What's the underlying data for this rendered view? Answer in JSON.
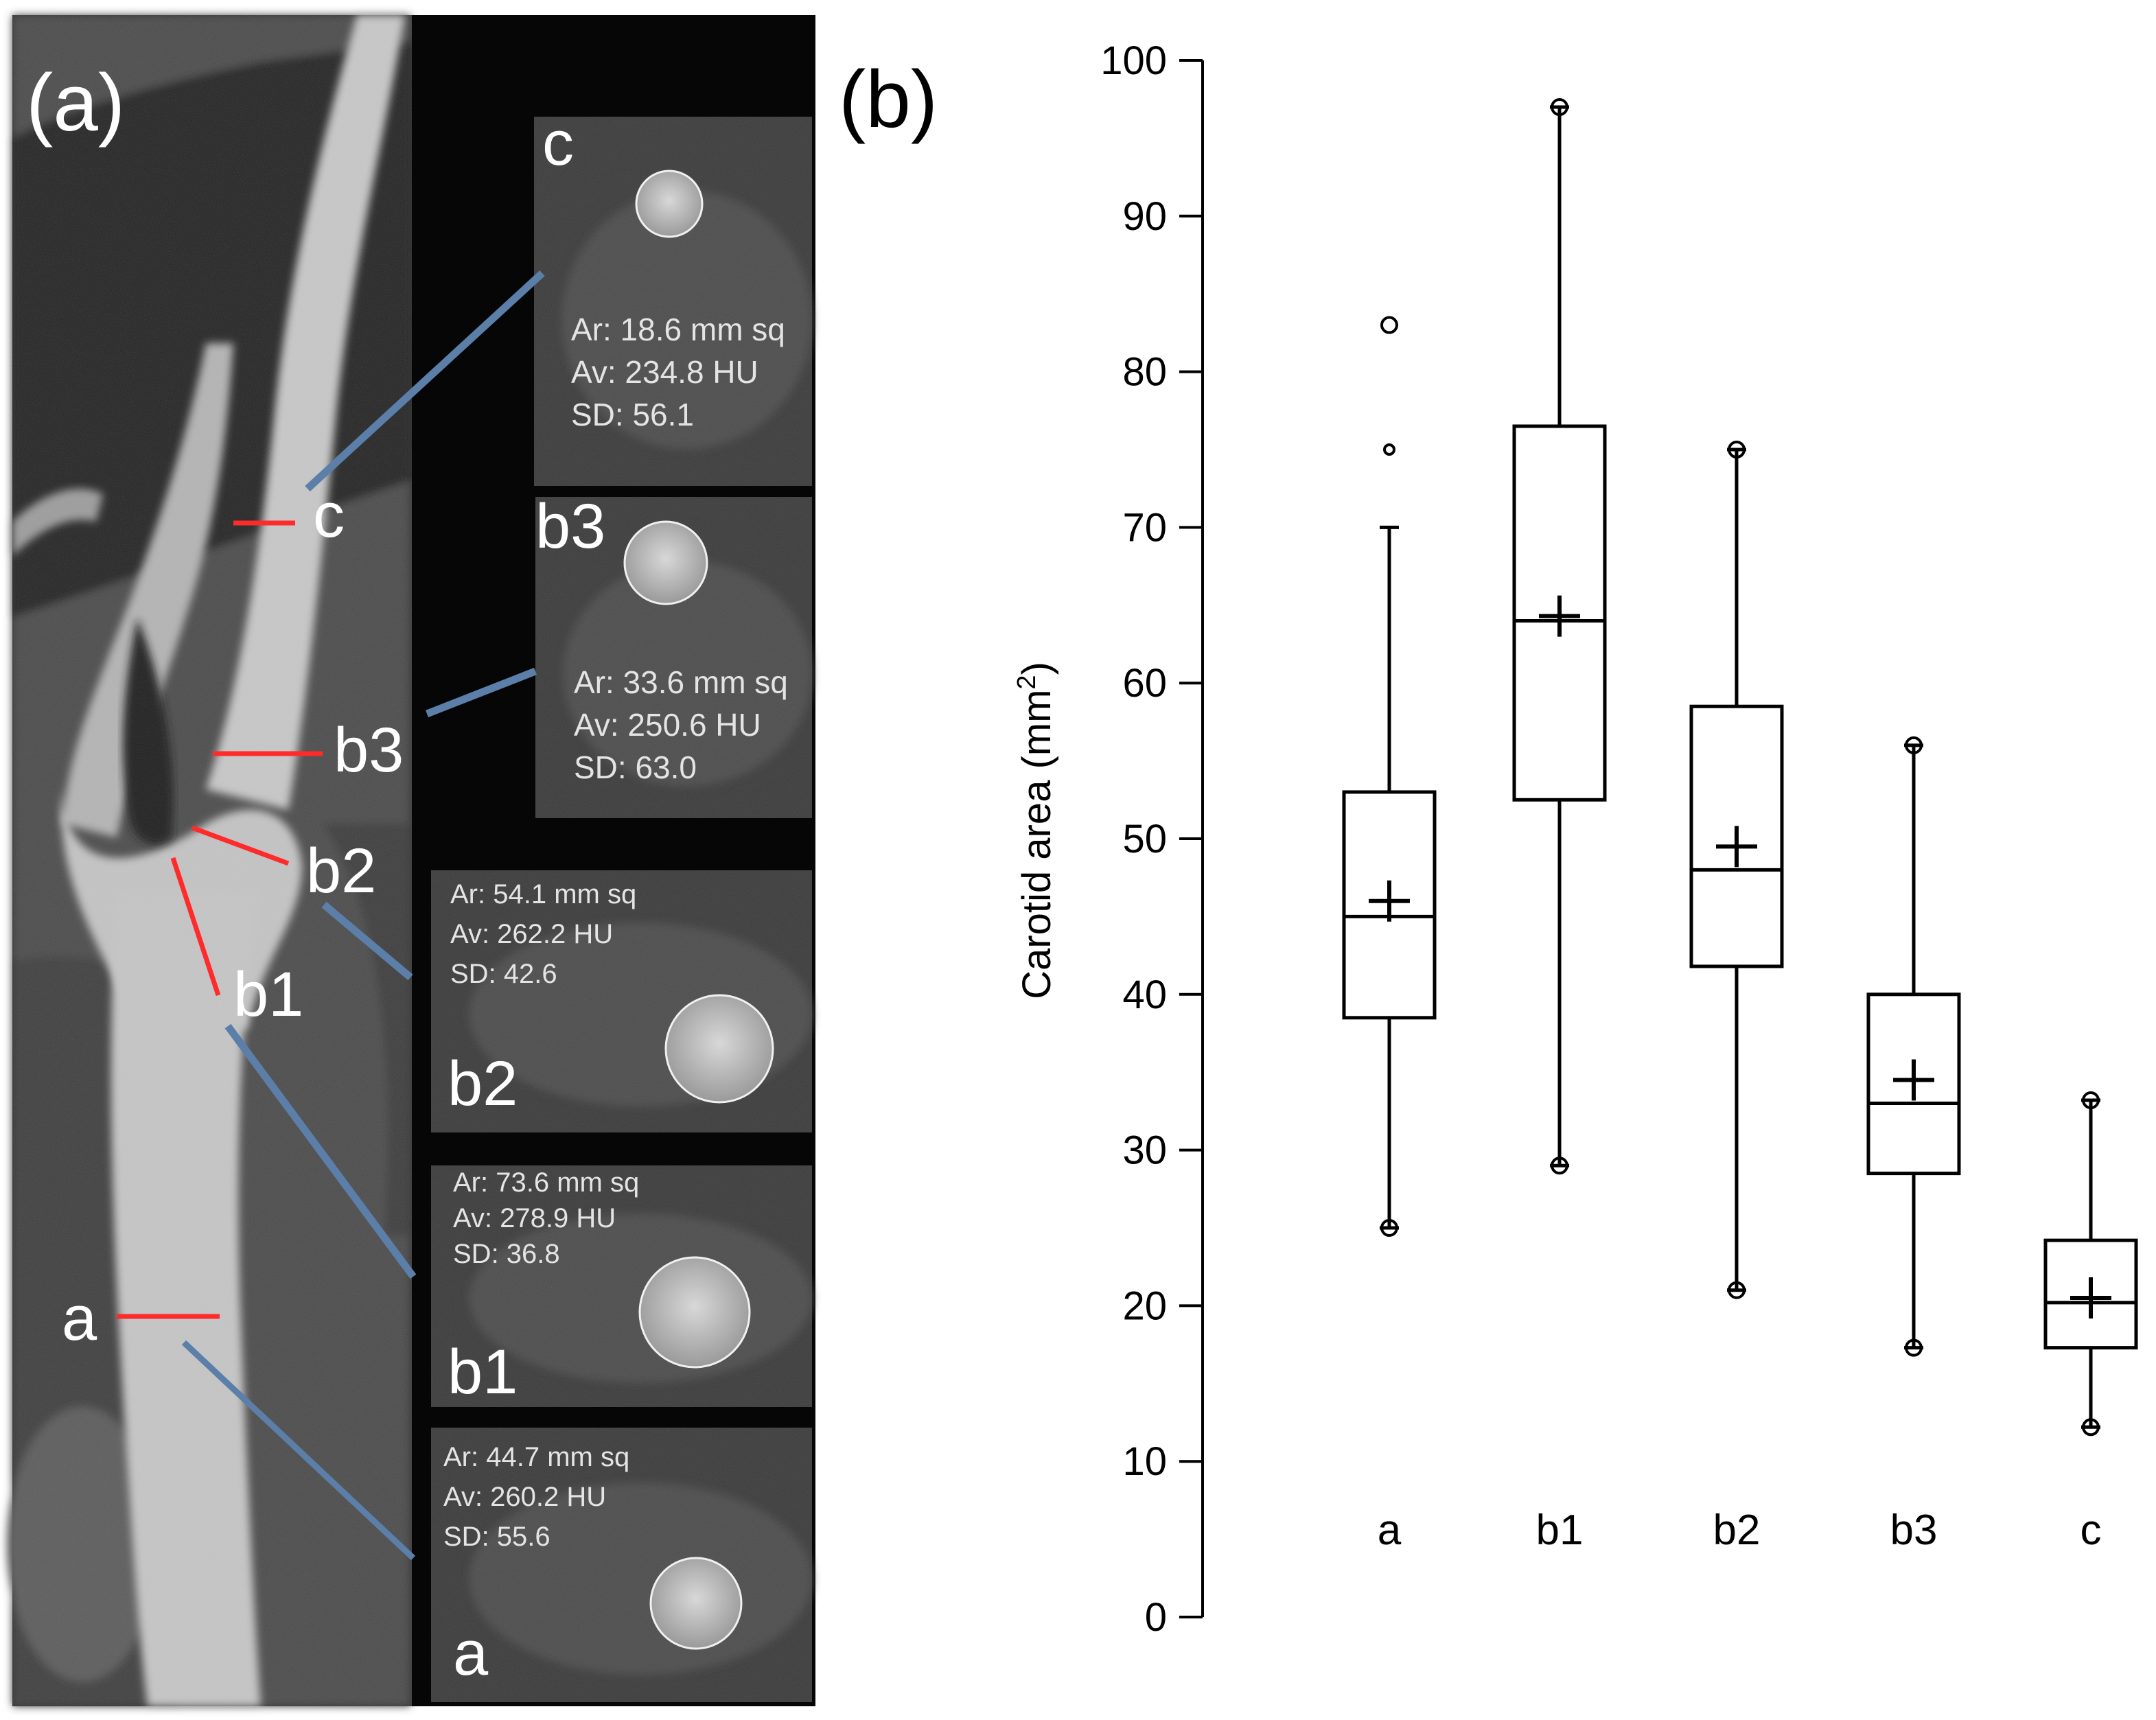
{
  "panel_a": {
    "label": "(a)",
    "levels": [
      "c",
      "b3",
      "b2",
      "b1",
      "a"
    ],
    "insets": [
      {
        "id": "c",
        "label": "c",
        "ar": "Ar: 18.6 mm sq",
        "av": "Av: 234.8 HU",
        "sd": "SD: 56.1"
      },
      {
        "id": "b3",
        "label": "b3",
        "ar": "Ar: 33.6 mm sq",
        "av": "Av: 250.6 HU",
        "sd": "SD: 63.0"
      },
      {
        "id": "b2",
        "label": "b2",
        "ar": "Ar: 54.1 mm sq",
        "av": "Av: 262.2 HU",
        "sd": "SD: 42.6"
      },
      {
        "id": "b1",
        "label": "b1",
        "ar": "Ar: 73.6 mm sq",
        "av": "Av: 278.9 HU",
        "sd": "SD: 36.8"
      },
      {
        "id": "a",
        "label": "a",
        "ar": "Ar: 44.7 mm sq",
        "av": "Av: 260.2 HU",
        "sd": "SD: 55.6"
      }
    ],
    "colors": {
      "level_line": "#ff2a2a",
      "leader": "#5b7fa8"
    }
  },
  "chart_data": {
    "panel_label": "(b)",
    "type": "box",
    "ylabel": "Carotid area (mm",
    "ylabel_sup": "2",
    "ylabel_end": ")",
    "ylim": [
      0,
      100
    ],
    "yticks": [
      0,
      10,
      20,
      30,
      40,
      50,
      60,
      70,
      80,
      90,
      100
    ],
    "grid": false,
    "categories": [
      "a",
      "b1",
      "b2",
      "b3",
      "c"
    ],
    "boxes": [
      {
        "name": "a",
        "whisker_low": 25,
        "q1": 38.5,
        "median": 45,
        "q3": 53,
        "whisker_high": 70,
        "mean": 46,
        "outliers": [
          83,
          75,
          25
        ]
      },
      {
        "name": "b1",
        "whisker_low": 29,
        "q1": 52.5,
        "median": 64,
        "q3": 76.5,
        "whisker_high": 97,
        "mean": 64.3,
        "outliers": [
          97,
          29
        ]
      },
      {
        "name": "b2",
        "whisker_low": 21,
        "q1": 41.8,
        "median": 48,
        "q3": 58.5,
        "whisker_high": 75,
        "mean": 49.5,
        "outliers": [
          75,
          21
        ]
      },
      {
        "name": "b3",
        "whisker_low": 17.3,
        "q1": 28.5,
        "median": 33,
        "q3": 40,
        "whisker_high": 56,
        "mean": 34.5,
        "outliers": [
          56,
          17.3
        ]
      },
      {
        "name": "c",
        "whisker_low": 12.2,
        "q1": 17.3,
        "median": 20.2,
        "q3": 24.2,
        "whisker_high": 33.2,
        "mean": 20.5,
        "outliers": [
          33.2,
          12.2
        ]
      }
    ]
  }
}
